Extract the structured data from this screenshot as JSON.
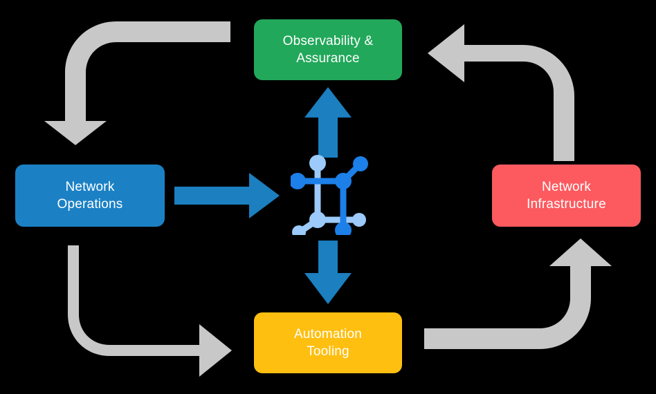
{
  "diagram": {
    "type": "cycle-diagram",
    "background_color": "#000000",
    "center": {
      "icon": "network-topology-icon",
      "colors": {
        "dark_blue": "#1d7fe8",
        "light_blue": "#9ccafa"
      }
    },
    "nodes": [
      {
        "id": "observability-assurance",
        "label_line1": "Observability &",
        "label_line2": "Assurance",
        "color": "#22a85a",
        "text_color": "#ffffff",
        "position": "top"
      },
      {
        "id": "network-operations",
        "label_line1": "Network",
        "label_line2": "Operations",
        "color": "#1b81c4",
        "text_color": "#ffffff",
        "position": "left"
      },
      {
        "id": "network-infrastructure",
        "label_line1": "Network",
        "label_line2": "Infrastructure",
        "color": "#fc5a5f",
        "text_color": "#ffffff",
        "position": "right"
      },
      {
        "id": "automation-tooling",
        "label_line1": "Automation",
        "label_line2": "Tooling",
        "color": "#ffbf10",
        "text_color": "#ffffff",
        "position": "bottom"
      }
    ],
    "arrows": {
      "accent_color": "#1b81c4",
      "flow_color": "#c8c8c8",
      "accent": [
        {
          "id": "arrow-center-to-observability",
          "direction": "up",
          "from": "center",
          "to": "observability-assurance"
        },
        {
          "id": "arrow-network-operations-to-center",
          "direction": "right",
          "from": "network-operations",
          "to": "center"
        },
        {
          "id": "arrow-center-to-automation-tooling",
          "direction": "down",
          "from": "center",
          "to": "automation-tooling"
        }
      ],
      "flow": [
        {
          "id": "arrow-observability-to-network-operations",
          "corner": "top-left",
          "from": "observability-assurance",
          "to": "network-operations"
        },
        {
          "id": "arrow-network-infrastructure-to-observability",
          "corner": "top-right",
          "from": "network-infrastructure",
          "to": "observability-assurance"
        },
        {
          "id": "arrow-network-operations-to-automation-tooling",
          "corner": "bottom-left",
          "from": "network-operations",
          "to": "automation-tooling"
        },
        {
          "id": "arrow-automation-tooling-to-network-infrastructure",
          "corner": "bottom-right",
          "from": "automation-tooling",
          "to": "network-infrastructure"
        }
      ]
    }
  }
}
